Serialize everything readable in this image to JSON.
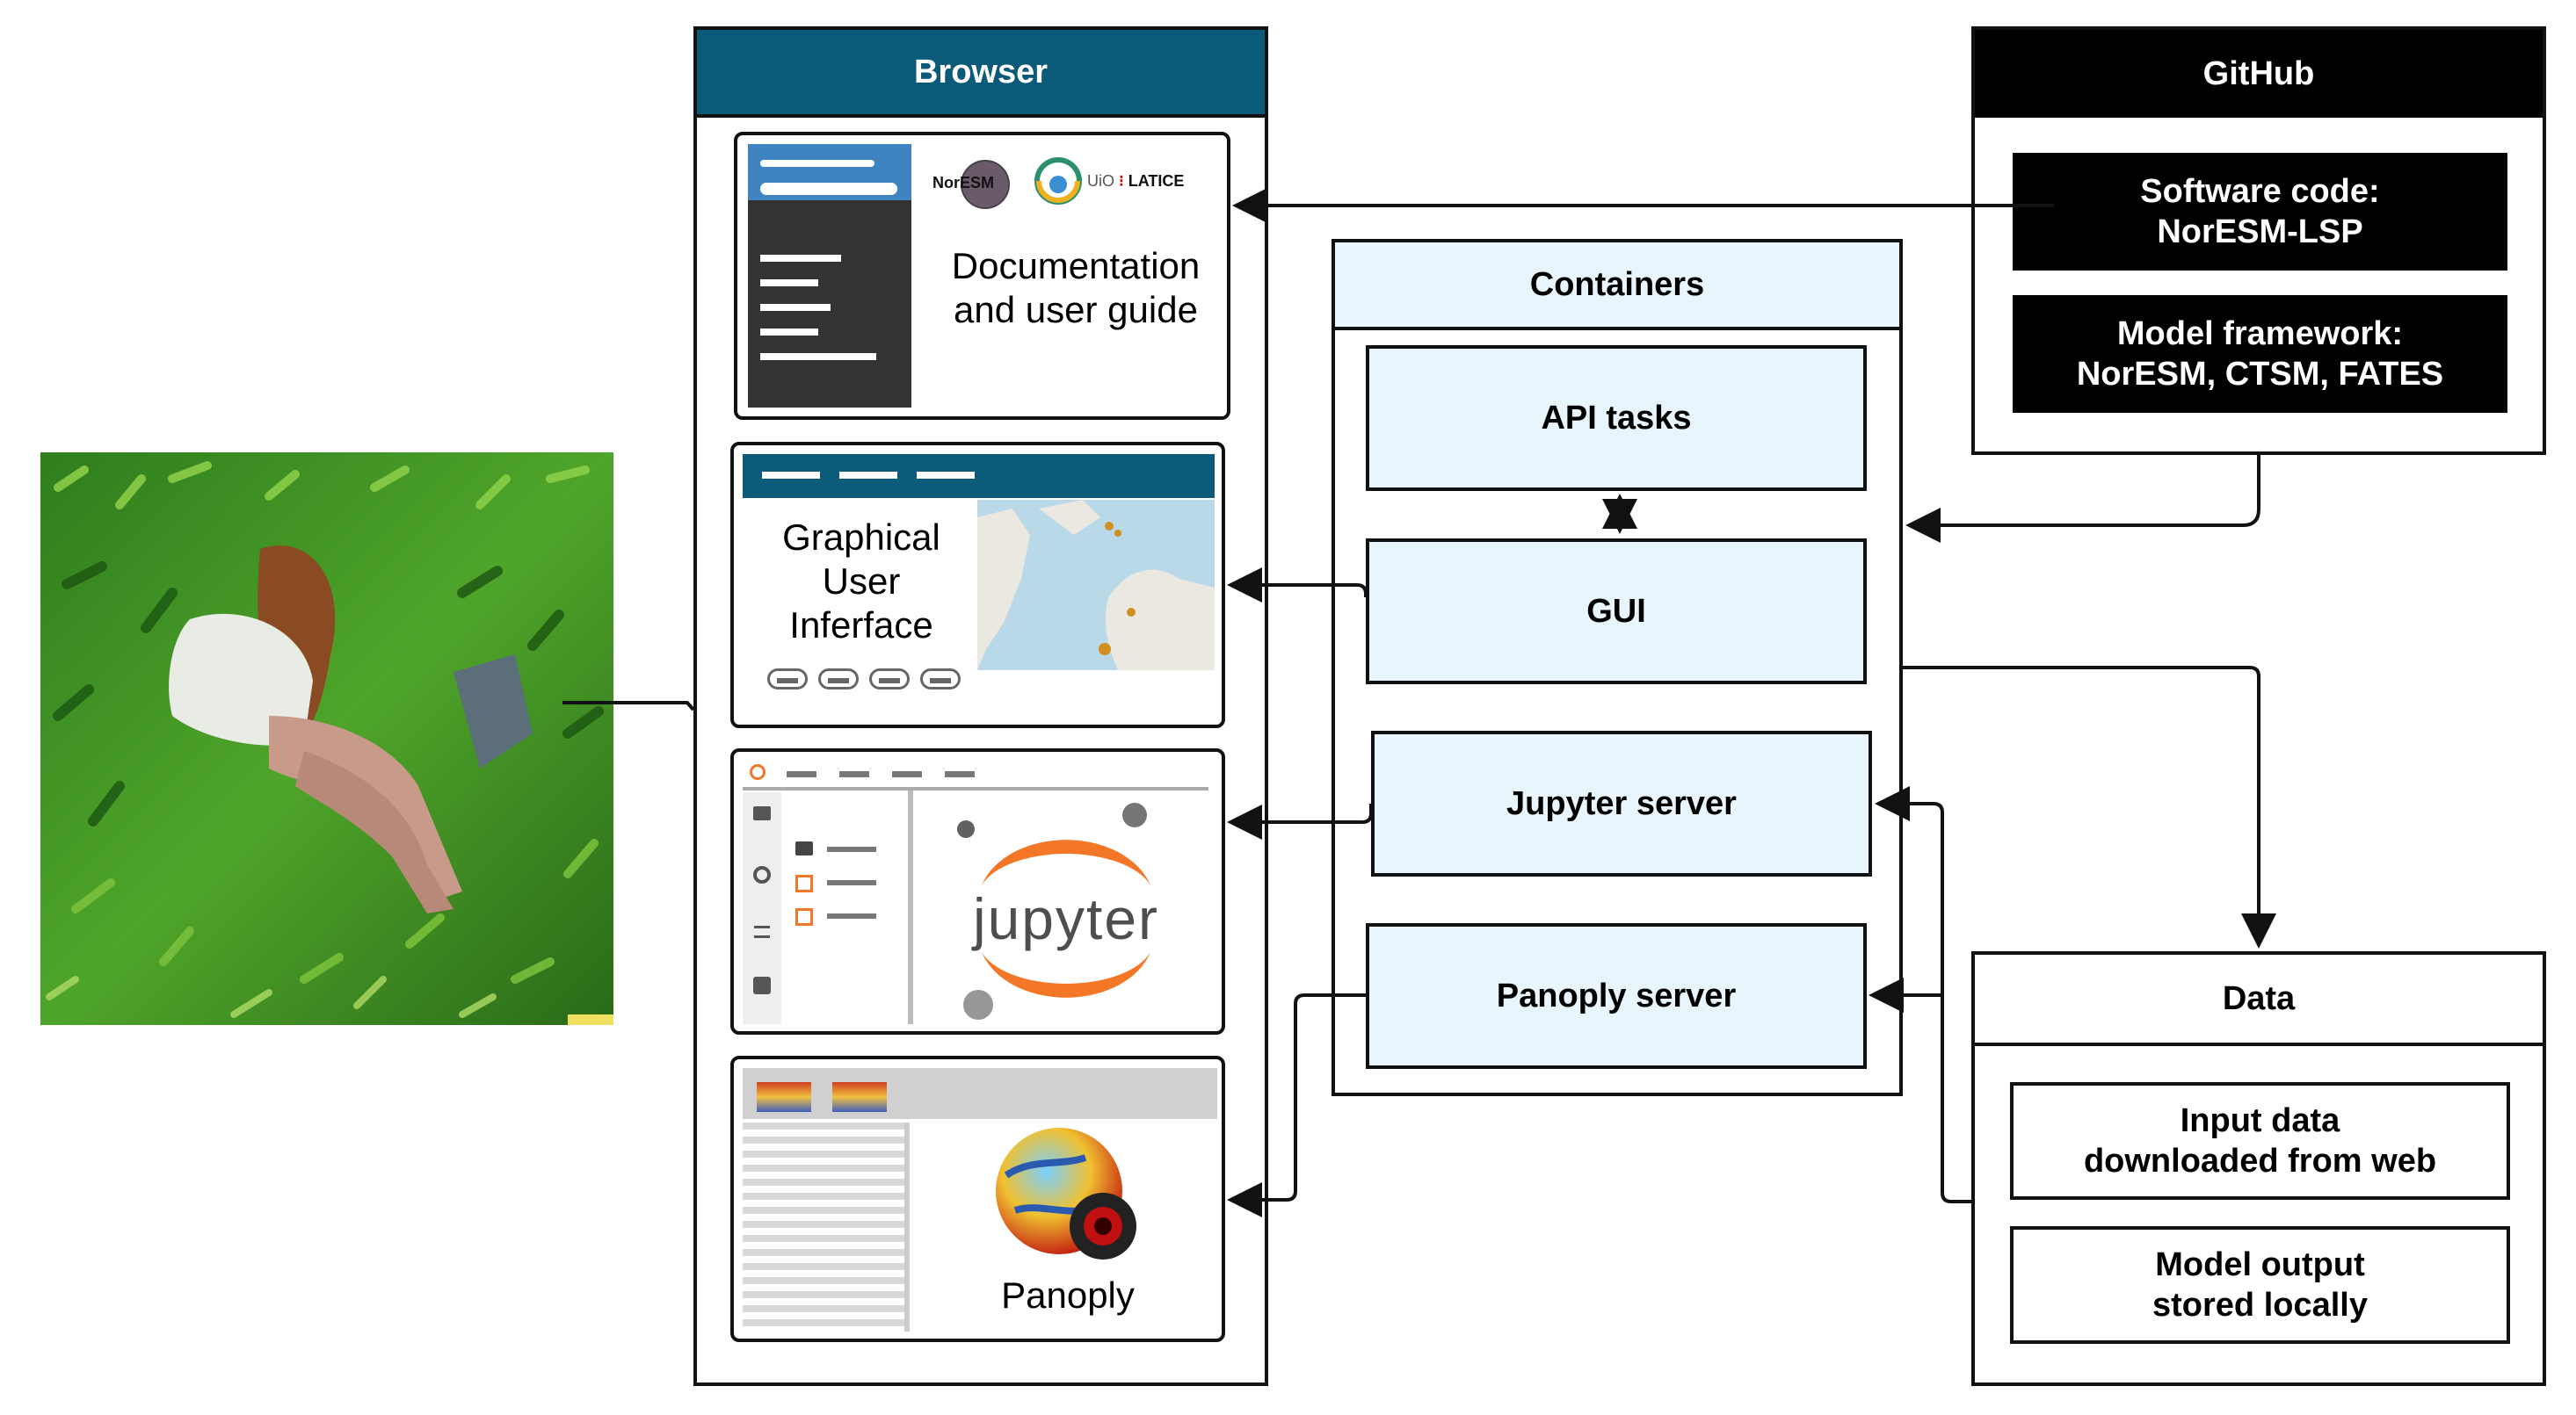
{
  "browser": {
    "title": "Browser",
    "docs_panel": {
      "title_line1": "Documentation",
      "title_line2": "and user guide",
      "logo_norESM": "NorESM",
      "logo_uio": "UiO",
      "logo_latice": "LATICE"
    },
    "gui_panel": {
      "line1": "Graphical",
      "line2": "User",
      "line3": "Inferface"
    },
    "jupyter_panel": {
      "logo_text": "jupyter"
    },
    "panoply_panel": {
      "label": "Panoply"
    }
  },
  "containers": {
    "title": "Containers",
    "boxes": [
      {
        "label": "API tasks"
      },
      {
        "label": "GUI"
      },
      {
        "label": "Jupyter server"
      },
      {
        "label": "Panoply server"
      }
    ]
  },
  "github": {
    "title": "GitHub",
    "items": [
      {
        "line1": "Software code:",
        "line2": "NorESM-LSP"
      },
      {
        "line1": "Model framework:",
        "line2": "NorESM, CTSM, FATES"
      }
    ]
  },
  "data": {
    "title": "Data",
    "items": [
      {
        "line1": "Input data",
        "line2": "downloaded from web"
      },
      {
        "line1": "Model output",
        "line2": "stored locally"
      }
    ]
  },
  "colors": {
    "browser_header": "#0b5a7a",
    "container_fill": "#e8f5fc",
    "github_black": "#000000",
    "jupyter_orange": "#f37726"
  }
}
